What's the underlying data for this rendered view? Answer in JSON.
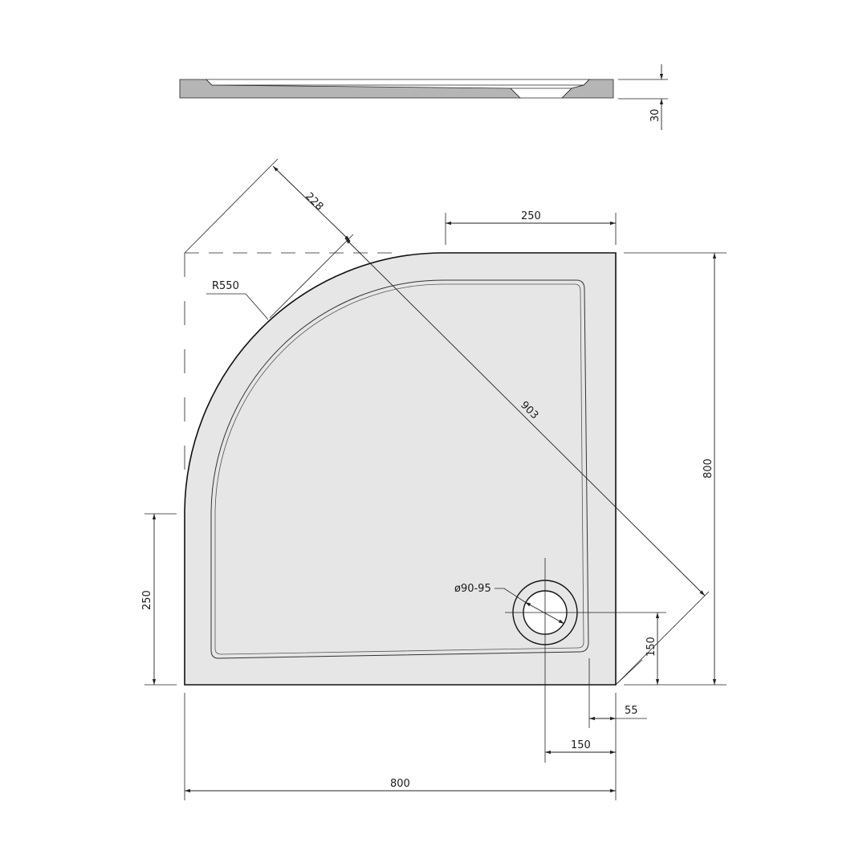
{
  "drawing": {
    "colors": {
      "tray_fill": "#e6e6e6",
      "profile_fill": "#b5b5b5",
      "line": "#222222"
    },
    "dimensions": {
      "height": "30",
      "radius": "R550",
      "offset_diag": "228",
      "top_flat": "250",
      "diagonal": "903",
      "depth": "800",
      "left_flat": "250",
      "drain_diameter": "ø90-95",
      "drain_from_front": "150",
      "rim_width": "55",
      "drain_from_side": "150",
      "width": "800"
    }
  }
}
